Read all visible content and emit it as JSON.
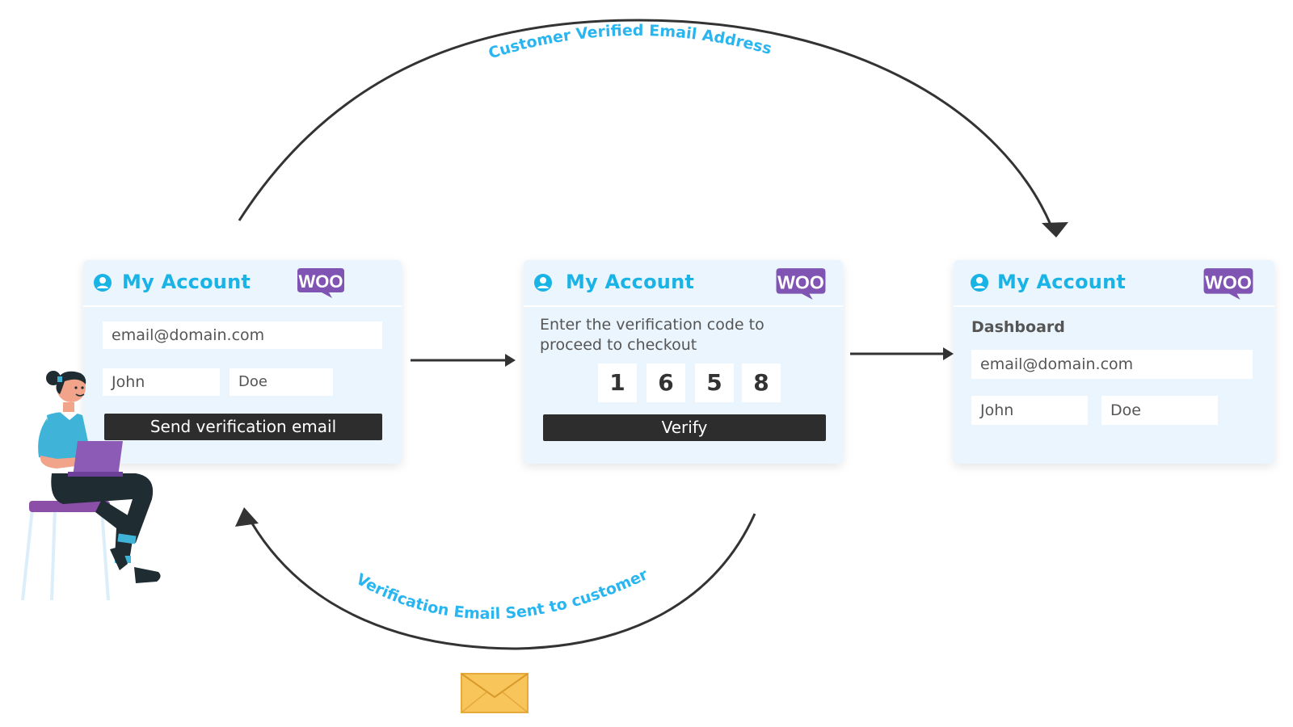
{
  "labels": {
    "top_arc": "Customer Verified Email Address",
    "bottom_arc": "Verification Email Sent to customer"
  },
  "woo_text": "WOO",
  "cards": [
    {
      "title": "My Account",
      "email": "email@domain.com",
      "first_name": "John",
      "last_name": "Doe",
      "button": "Send verification email"
    },
    {
      "title": "My Account",
      "instruction_line1": "Enter the verification code to",
      "instruction_line2": "proceed to checkout",
      "code": [
        "1",
        "6",
        "5",
        "8"
      ],
      "button": "Verify"
    },
    {
      "title": "My Account",
      "section": "Dashboard",
      "email": "email@domain.com",
      "first_name": "John",
      "last_name": "Doe"
    }
  ],
  "icons": {
    "user": "user-circle-icon",
    "woo": "woocommerce-logo",
    "mail": "envelope-icon",
    "person": "woman-with-laptop-illustration"
  },
  "colors": {
    "accent": "#1ab3e6",
    "woo": "#7f54b3",
    "card_bg": "#eaf5fd",
    "button": "#2d2d2d",
    "envelope": "#f7c55a"
  }
}
